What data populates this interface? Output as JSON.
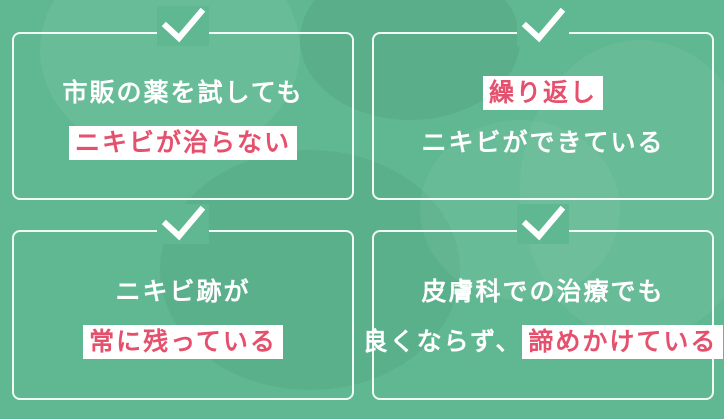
{
  "cards": [
    {
      "line1": "市販の薬を試しても",
      "line2_highlight": "ニキビが治らない"
    },
    {
      "line1_highlight": "繰り返し",
      "line2": "ニキビができている"
    },
    {
      "line1": "ニキビ跡が",
      "line2_highlight": "常に残っている"
    },
    {
      "line1": "皮膚科での治療でも",
      "line2_plain": "良くならず、",
      "line2_highlight": "諦めかけている"
    }
  ],
  "colors": {
    "background": "#5fb892",
    "highlight_text": "#e5506c",
    "highlight_bg": "#ffffff",
    "border": "#ffffff"
  },
  "icons": [
    "check-icon"
  ]
}
